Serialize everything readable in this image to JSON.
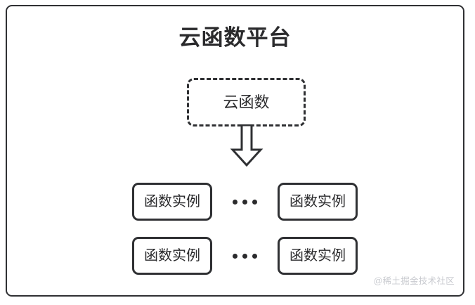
{
  "diagram": {
    "platform": {
      "title": "云函数平台",
      "border_color": "#2f3033"
    },
    "cloud_function": {
      "label": "云函数",
      "border_style": "dashed",
      "border_color": "#2f3033"
    },
    "arrow": {
      "direction": "down",
      "style": "hollow-block",
      "color": "#2f3033"
    },
    "instance_rows": [
      {
        "left_label": "函数实例",
        "ellipsis": "...",
        "right_label": "函数实例"
      },
      {
        "left_label": "函数实例",
        "ellipsis": "...",
        "right_label": "函数实例"
      }
    ],
    "watermark": "@稀土掘金技术社区"
  }
}
